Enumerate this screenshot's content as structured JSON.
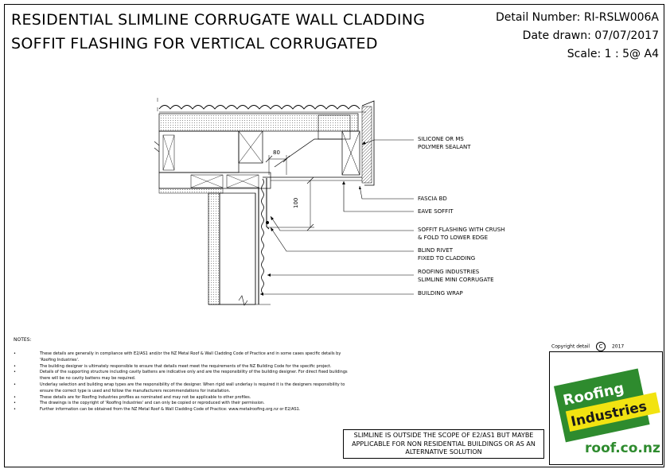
{
  "header": {
    "title_line1": "RESIDENTIAL SLIMLINE CORRUGATE WALL CLADDING",
    "title_line2": "SOFFIT FLASHING FOR VERTICAL CORRUGATED",
    "detail_number": "Detail Number:  RI-RSLW006A",
    "date_drawn": "Date drawn:  07/07/2017",
    "scale": "Scale:    1 : 5@ A4"
  },
  "drawing": {
    "dim_horizontal": "80",
    "dim_vertical": "100"
  },
  "callouts": [
    "SILICONE OR MS\nPOLYMER SEALANT",
    "FASCIA BD",
    "EAVE SOFFIT",
    "SOFFIT FLASHING WITH CRUSH\n& FOLD TO LOWER EDGE",
    "BLIND RIVET\nFIXED TO CLADDING",
    "ROOFING INDUSTRIES\nSLIMLINE MINI CORRUGATE",
    "BUILDING WRAP"
  ],
  "notes": {
    "title": "NOTES:",
    "items": [
      "These details are generally in compliance with E2/AS1 and/or the NZ Metal Roof & Wall Cladding Code of Practice and in some cases specific details by 'Roofing Industries'.",
      "The building designer is ultimately responsible to ensure that details meet meet the requirements of the NZ Building Code for the specific project.",
      "Details of the supporting structure including cavity battens are indicative only and are the responsibility of the building designer. For direct fixed buildings there will be no cavity battens may be required.",
      "Underlay selection and building wrap types are the responsibility of the designer. When rigid wall underlay is required it is the designers responsibility to ensure the correct type is used and follow the manufacturers recommendations for installation.",
      "These details are for Roofing Industries profiles as nominated and may not be applicable to other profiles.",
      "The drawings is the copyright of 'Roofing Industries' and can only be copied or reproduced with their permission.",
      "Further information can be obtained from the NZ Metal Roof & Wall Cladding Code of Practice: www.metalroofing.org.nz or E2/AS1."
    ]
  },
  "copyright": {
    "label": "Copyright detail",
    "symbol": "C",
    "year": "2017"
  },
  "logo": {
    "line1": "Roofing",
    "line2": "Industries",
    "url": "roof.co.nz",
    "colors": {
      "green": "#2e8b2e",
      "yellow": "#f2e311"
    }
  },
  "disclaimer": "SLIMLINE IS OUTSIDE THE SCOPE OF E2/AS1 BUT MAYBE APPLICABLE FOR NON RESIDENTIAL BUILDINGS OR AS AN ALTERNATIVE SOLUTION"
}
